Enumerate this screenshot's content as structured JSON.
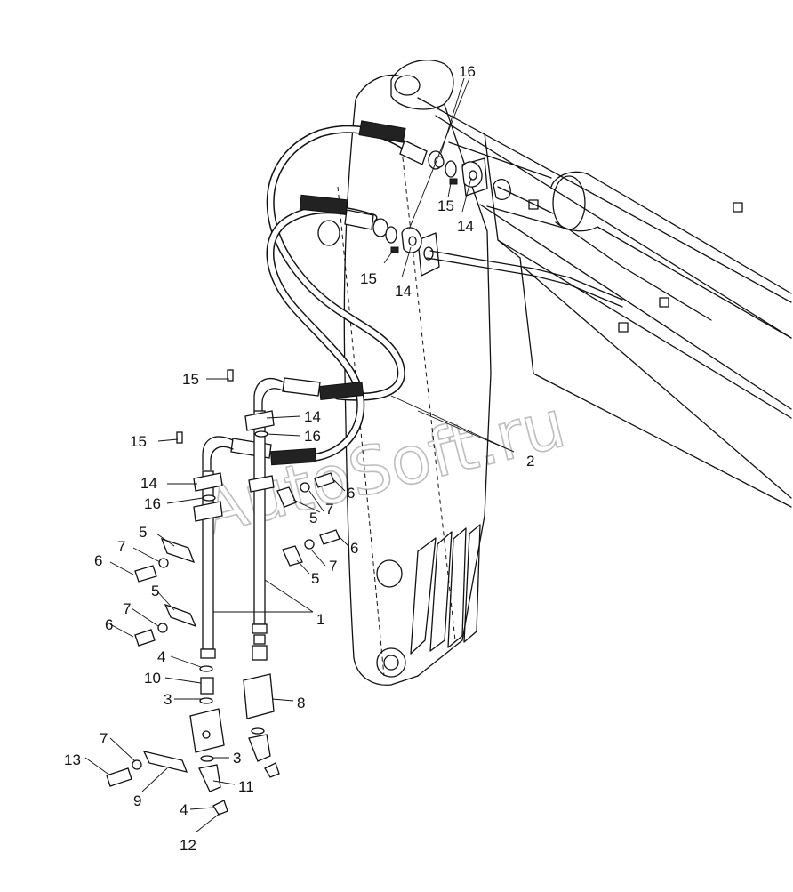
{
  "watermark": "AutoSoft.ru",
  "callouts": {
    "c16_top": "16",
    "c15_a": "15",
    "c14_a": "14",
    "c15_b": "15",
    "c14_b": "14",
    "c15_c": "15",
    "c14_c": "14",
    "c16_c": "16",
    "c2": "2",
    "c15_d": "15",
    "c14_d": "14",
    "c16_d": "16",
    "c6_a": "6",
    "c7_a": "7",
    "c5_a": "5",
    "c6_b": "6",
    "c7_b": "7",
    "c5_b": "5",
    "c5_c": "5",
    "c7_c": "7",
    "c6_c": "6",
    "c5_d": "5",
    "c7_d": "7",
    "c6_d": "6",
    "c1": "1",
    "c4_a": "4",
    "c10": "10",
    "c3_a": "3",
    "c8": "8",
    "c7_e": "7",
    "c13": "13",
    "c3_b": "3",
    "c11": "11",
    "c9": "9",
    "c4_b": "4",
    "c12": "12"
  }
}
